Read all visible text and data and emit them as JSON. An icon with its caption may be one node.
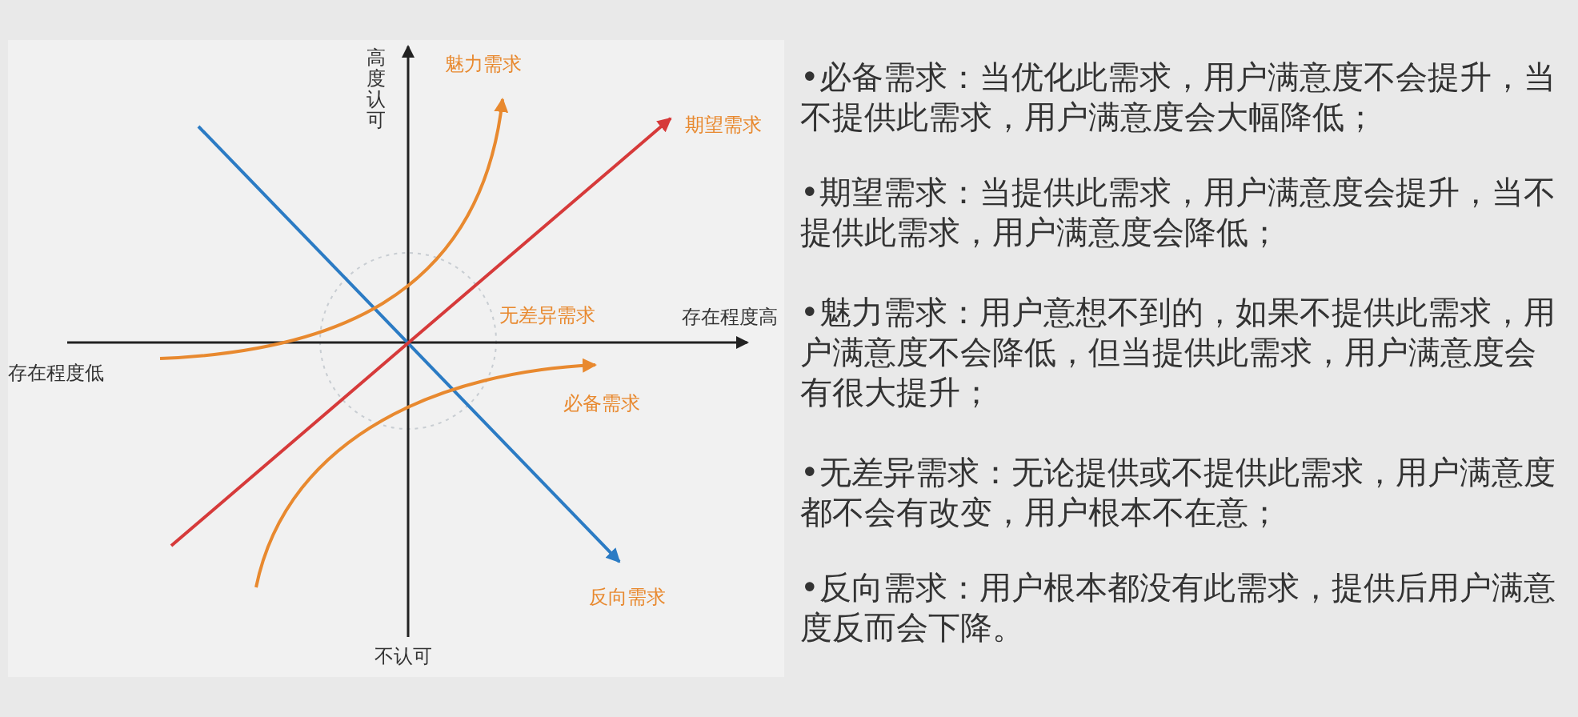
{
  "diagram": {
    "nodes": [
      {
        "text": [],
        "shape": "circle"
      }
    ],
    "labels": [
      "高度认可",
      "魅力需求",
      "期望需求",
      "无差异需求",
      "存在程度高",
      "存在程度低",
      "必备需求",
      "反向需求",
      "不认可",
      "•必备需求：当优化此需求，用户满意度不会提升，当不提供此需求，用户满意度会大幅降低；",
      "•期望需求：当提供此需求，用户满意度会提升，当不提供此需求，用户满意度会降低；",
      "•魅力需求：用户意想不到的，如果不提供此需求，用户满意度不会降低，但当提供此需求，用户满意度会有很大提升；",
      "•无差异需求：无论提供或不提供此需求，用户满意度都不会有改变，用户根本不在意；",
      "•反向需求：用户根本都没有此需求，提供后用户满意度反而会下降。"
    ]
  }
}
